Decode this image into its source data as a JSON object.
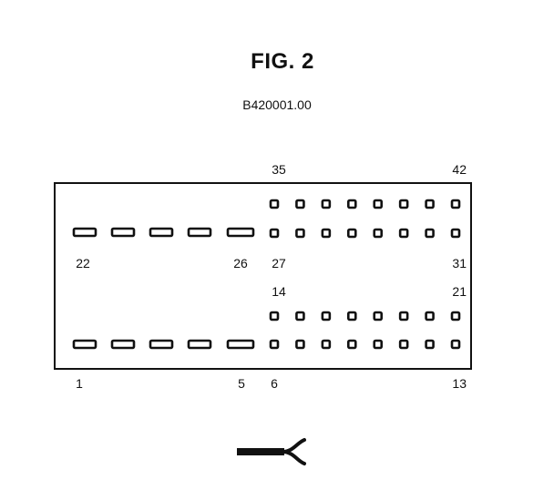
{
  "figure": {
    "title": "FIG. 2",
    "code": "B420001.00"
  },
  "pin_labels": {
    "p35": "35",
    "p42": "42",
    "p22": "22",
    "p26": "26",
    "p27": "27",
    "p31": "31",
    "p14": "14",
    "p21": "21",
    "p1": "1",
    "p5": "5",
    "p6": "6",
    "p13": "13"
  },
  "colors": {
    "ink": "#111111",
    "background": "#ffffff"
  },
  "icons": {
    "connector_symbol": "plug-connector-icon"
  }
}
